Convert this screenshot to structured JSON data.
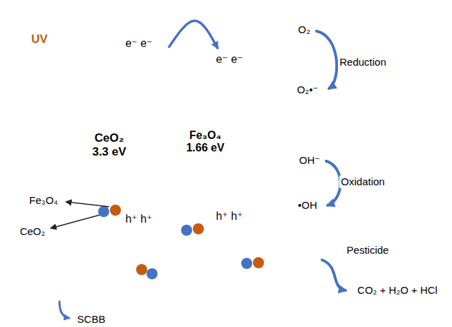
{
  "diagram": {
    "nodes": [
      {
        "text": [
          "UV"
        ]
      },
      {
        "text": [
          "e⁻ e⁻",
          "CeO₂ 3.3 eV",
          "h⁺ h⁺"
        ]
      },
      {
        "text": [
          "e⁻ e⁻",
          "Fe₃O₄ 1.66 eV",
          "h⁺ h⁺"
        ]
      }
    ],
    "edges": [
      {
        "from": 1,
        "to": 2,
        "arrow": "to"
      }
    ],
    "labels": [
      "O₂",
      "Reduction",
      "O₂•⁻",
      "OH⁻",
      "Oxidation",
      "•OH",
      "Fe₃O₄",
      "CeO₂",
      "Pesticide",
      "CO₂ + H₂O + HCl",
      "SCBB"
    ]
  }
}
